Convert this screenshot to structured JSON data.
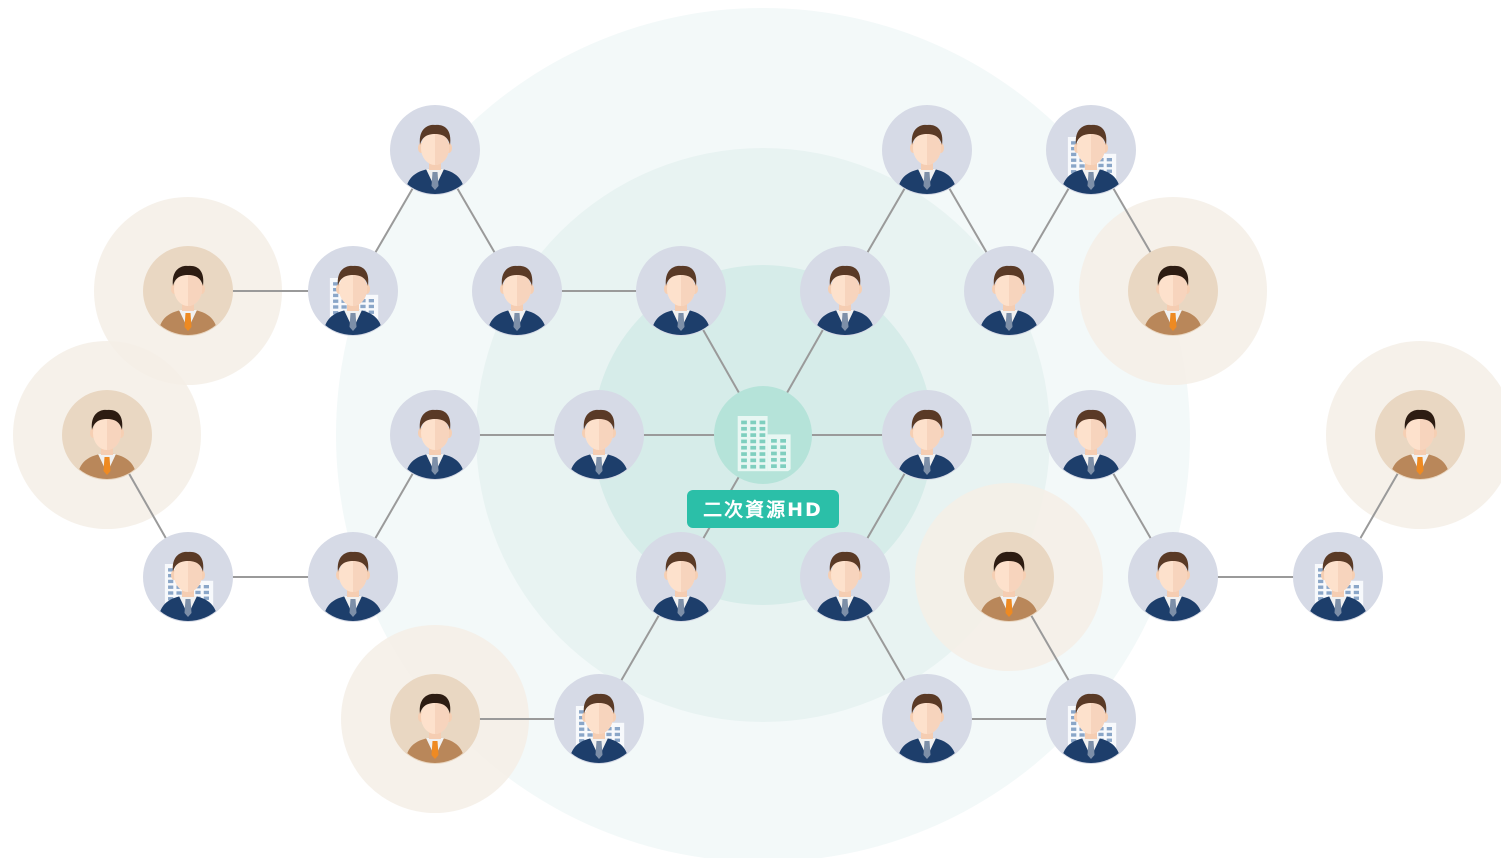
{
  "hub": {
    "label": "二次資源HD"
  },
  "colors": {
    "ring_outer": "#f3f9f9",
    "ring_mid": "#e8f3f2",
    "ring_inner": "#d6ece9",
    "halo": "#f5efe6",
    "edge": "#9a9a9a",
    "node_bg": "#d6dae6",
    "external_bg": "#e9d7c2",
    "hub_bg": "#b5e3d9",
    "hub_label_bg": "#2bbfa8",
    "suit": "#1d3e6b",
    "jacket_external": "#b9875a",
    "tie_external": "#ee8a22",
    "skin": "#fde1cc",
    "hair": "#5a3a26"
  },
  "legend": {
    "node_types": [
      "hub-company",
      "company",
      "person",
      "external-person"
    ]
  }
}
